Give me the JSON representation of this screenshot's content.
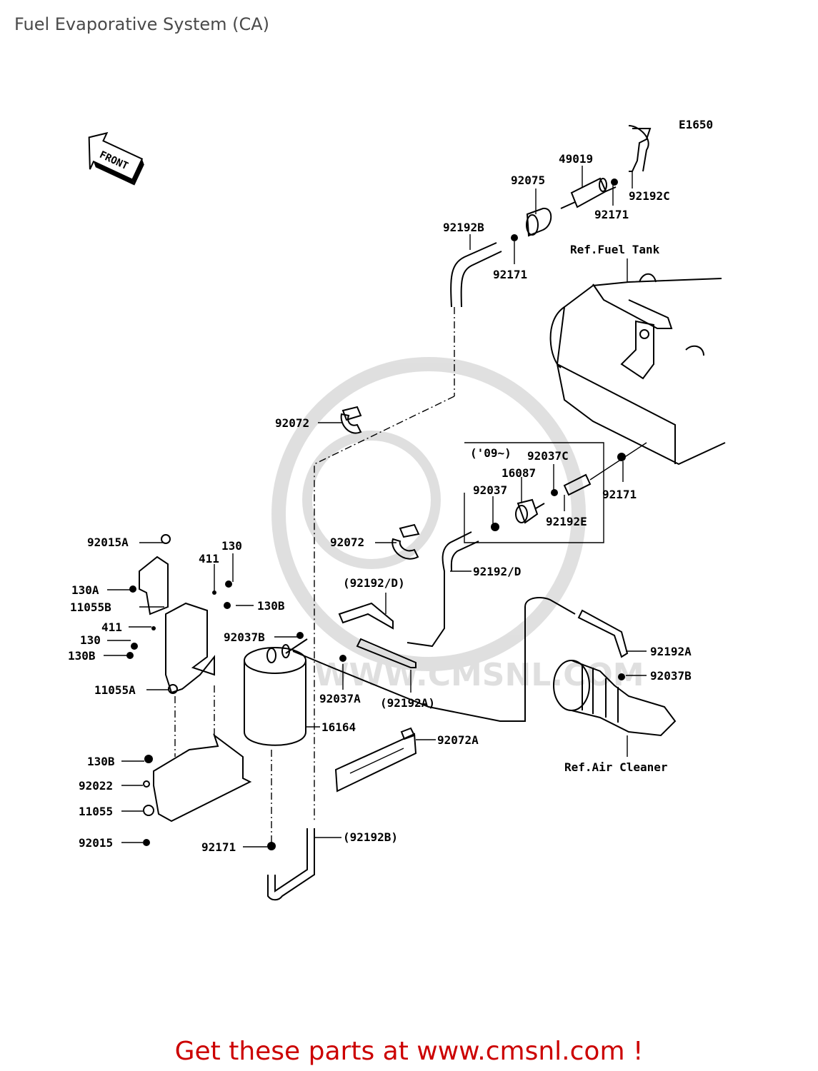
{
  "title": "Fuel Evaporative System (CA)",
  "diagram_code": "E1650",
  "front_label": "FRONT",
  "footer": "Get these parts at www.cmsnl.com !",
  "watermark": "WWW.CMSNL.COM",
  "refs": {
    "fuel_tank": "Ref.Fuel Tank",
    "air_cleaner": "Ref.Air Cleaner"
  },
  "version_note": "('09~)",
  "callouts": [
    {
      "id": "c1",
      "text": "49019"
    },
    {
      "id": "c2",
      "text": "92075"
    },
    {
      "id": "c3",
      "text": "92171"
    },
    {
      "id": "c4",
      "text": "92192C"
    },
    {
      "id": "c5",
      "text": "92192B"
    },
    {
      "id": "c6",
      "text": "92171"
    },
    {
      "id": "c7",
      "text": "92072"
    },
    {
      "id": "c8",
      "text": "92037C"
    },
    {
      "id": "c9",
      "text": "16087"
    },
    {
      "id": "c10",
      "text": "92037"
    },
    {
      "id": "c11",
      "text": "92171"
    },
    {
      "id": "c12",
      "text": "92192E"
    },
    {
      "id": "c13",
      "text": "92072"
    },
    {
      "id": "c14",
      "text": "92192/D"
    },
    {
      "id": "c15",
      "text": "(92192/D)"
    },
    {
      "id": "c16",
      "text": "92015A"
    },
    {
      "id": "c17",
      "text": "130"
    },
    {
      "id": "c18",
      "text": "411"
    },
    {
      "id": "c19",
      "text": "130A"
    },
    {
      "id": "c20",
      "text": "11055B"
    },
    {
      "id": "c21",
      "text": "130B"
    },
    {
      "id": "c22",
      "text": "411"
    },
    {
      "id": "c23",
      "text": "130"
    },
    {
      "id": "c24",
      "text": "130B"
    },
    {
      "id": "c25",
      "text": "92037B"
    },
    {
      "id": "c26",
      "text": "92192A"
    },
    {
      "id": "c27",
      "text": "92037B"
    },
    {
      "id": "c28",
      "text": "11055A"
    },
    {
      "id": "c29",
      "text": "92037A"
    },
    {
      "id": "c30",
      "text": "(92192A)"
    },
    {
      "id": "c31",
      "text": "16164"
    },
    {
      "id": "c32",
      "text": "92072A"
    },
    {
      "id": "c33",
      "text": "130B"
    },
    {
      "id": "c34",
      "text": "92022"
    },
    {
      "id": "c35",
      "text": "11055"
    },
    {
      "id": "c36",
      "text": "92015"
    },
    {
      "id": "c37",
      "text": "92171"
    },
    {
      "id": "c38",
      "text": "(92192B)"
    }
  ]
}
